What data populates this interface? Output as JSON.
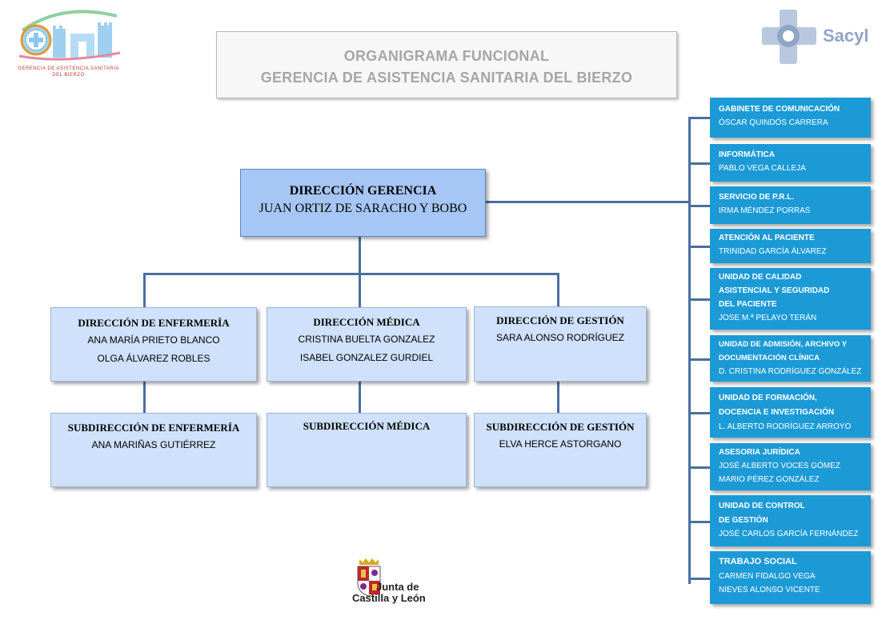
{
  "header": {
    "title_line1": "ORGANIGRAMA  FUNCIONAL",
    "title_line2": "GERENCIA  DE ASISTENCIA SANITARIA DEL BIERZO"
  },
  "logos": {
    "gasb_line1": "GERENCIA DE ASISTENCIA SANITARIA",
    "gasb_line2": "DEL BIERZO",
    "sacyl": "Sacyl",
    "jcyl_line1": "Junta de",
    "jcyl_line2": "Castilla y León"
  },
  "direccion_gerencia": {
    "title": "DIRECCIÓN GERENCIA",
    "name": "JUAN ORTIZ DE SARACHO Y BOBO"
  },
  "direcciones": [
    {
      "title": "DIRECCIÓN DE ENFERMERÍA",
      "names": [
        "ANA MARÍA PRIETO BLANCO",
        "OLGA ÁLVAREZ ROBLES"
      ]
    },
    {
      "title": "DIRECCIÓN MÉDICA",
      "names": [
        "CRISTINA BUELTA GONZALEZ",
        "ISABEL GONZALEZ GURDIEL"
      ]
    },
    {
      "title": "DIRECCIÓN DE GESTIÓN",
      "names": [
        "SARA ALONSO RODRÍGUEZ"
      ]
    }
  ],
  "subdirecciones": [
    {
      "title": "SUBDIRECCIÓN DE ENFERMERÍA",
      "names": [
        "ANA MARIÑAS GUTIÉRREZ"
      ]
    },
    {
      "title": "SUBDIRECCIÓN MÉDICA",
      "names": []
    },
    {
      "title": "SUBDIRECCIÓN DE GESTIÓN",
      "names": [
        "ELVA HERCE ASTORGANO"
      ]
    }
  ],
  "units": [
    {
      "lines": [
        "GABINETE  DE  COMUNICACIÓN"
      ],
      "names": [
        "ÓSCAR QUINDÓS CARRERA"
      ]
    },
    {
      "lines": [
        "INFORMÁTICA"
      ],
      "names": [
        "PABLO VEGA CALLEJA"
      ]
    },
    {
      "lines": [
        "SERVICIO DE P.R.L."
      ],
      "names": [
        "IRMA  MÉNDEZ  PORRAS"
      ]
    },
    {
      "lines": [
        "ATENCIÓN AL PACIENTE"
      ],
      "names": [
        "TRINIDAD GARCÍA ÁLVAREZ"
      ]
    },
    {
      "lines": [
        "UNIDAD DE CALIDAD",
        "ASISTENCIAL Y SEGURIDAD",
        "DEL PACIENTE"
      ],
      "names": [
        "JOSE M.ª PELAYO TERÁN"
      ]
    },
    {
      "lines": [
        "UNIDAD DE ADMISIÓN, ARCHIVO Y",
        "DOCUMENTACIÓN CLÍNICA"
      ],
      "names": [
        "D. CRISTINA RODRÍGUEZ GONZÁLEZ"
      ]
    },
    {
      "lines": [
        "UNIDAD DE FORMACIÓN,",
        "DOCENCIA  E  INVESTIGACIÓN"
      ],
      "names": [
        "L. ALBERTO RODRÍGUEZ ARROYO"
      ]
    },
    {
      "lines": [
        "ASESORIA JURÍDICA"
      ],
      "names": [
        "JOSÉ ALBERTO VOCES GÓMEZ",
        "MARIO PÉREZ GONZÁLEZ"
      ]
    },
    {
      "lines": [
        "UNIDAD DE CONTROL",
        "DE GESTIÓN"
      ],
      "names": [
        "JOSÉ CARLOS GARCÍA FERNÁNDEZ"
      ]
    },
    {
      "lines": [
        "TRABAJO SOCIAL"
      ],
      "names": [
        "CARMEN FIDALGO VEGA",
        "NIEVES  ALONSO VICENTE"
      ]
    }
  ],
  "colors": {
    "connector": "#4a6f9f",
    "main_box": "#cfe1fb",
    "gerencia_box": "#a6c6f5",
    "unit_box": "#1b9ad6"
  }
}
